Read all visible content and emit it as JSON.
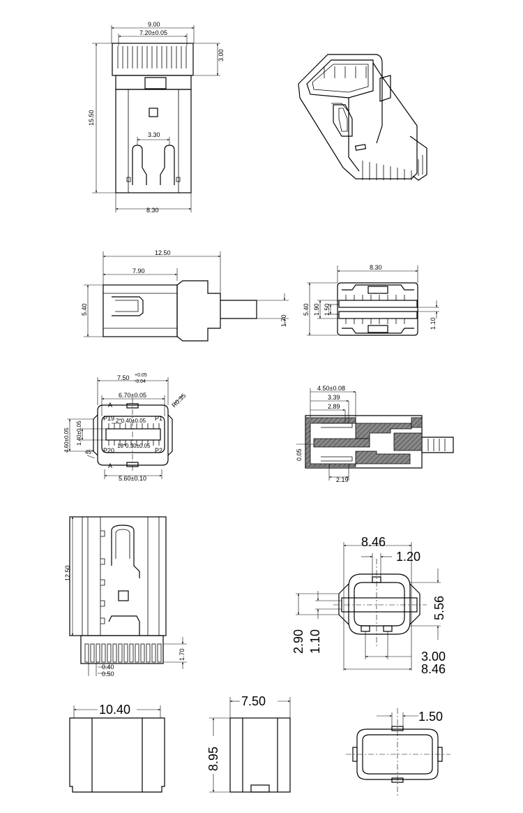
{
  "views": {
    "top_view": {
      "dims": [
        "9.00",
        "7.20±0.05",
        "3.00",
        "15.50",
        "3.30",
        "8.30"
      ]
    },
    "side_view": {
      "dims": [
        "12.50",
        "7.90",
        "5.40",
        "1.70"
      ]
    },
    "end_view": {
      "dims": [
        "8.30",
        "5.40",
        "1.90",
        "1.50",
        "1.10"
      ]
    },
    "front_view": {
      "dims": [
        "7.50",
        "+0.05",
        "-0.04",
        "6.70±0.05",
        "R0.35",
        "A",
        "P19",
        "P1",
        "2*0.40±0.05",
        "4.60±0.05",
        "1.40±0.05",
        "P20",
        "P2",
        "18*0.30±0.05",
        "45°",
        "A",
        "5.60±0.10"
      ]
    },
    "section_view": {
      "dims": [
        "4.50±0.08",
        "3.39",
        "2.89",
        "0.05",
        "2.19"
      ]
    },
    "bottom_view": {
      "dims": [
        "12.50",
        "1.70",
        "0.40",
        "0.50"
      ]
    },
    "housing_end": {
      "dims": [
        "8.46",
        "1.20",
        "5.56",
        "2.90",
        "1.10",
        "3.00",
        "8.46"
      ]
    },
    "shell_front": {
      "dims": [
        "10.40"
      ]
    },
    "shell_side": {
      "dims": [
        "7.50",
        "8.95"
      ]
    },
    "shell_end": {
      "dims": [
        "1.50"
      ]
    }
  }
}
